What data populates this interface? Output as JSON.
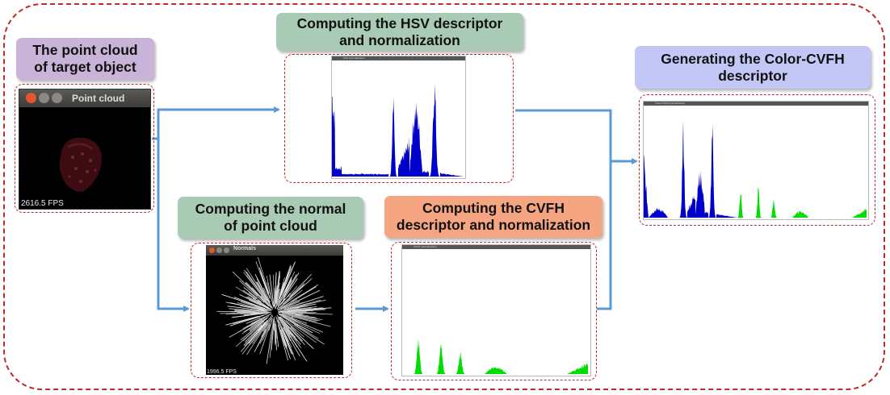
{
  "diagram": {
    "steps": {
      "point_cloud": {
        "title": "The point cloud\nof target object",
        "window_title": "Point cloud",
        "fps": "2616.5 FPS"
      },
      "hsv": {
        "title": "Computing the HSV descriptor\nand normalization",
        "window_title": "HSV (normalization)"
      },
      "normal": {
        "title": "Computing the normal\nof point cloud",
        "window_title": "Normals",
        "fps": "1996.5 FPS"
      },
      "cvfh": {
        "title": "Computing the CVFH\ndescriptor and normalization",
        "window_title": "CVFH (normalization)"
      },
      "color_cvfh": {
        "title": "Generating the Color-CVFH\ndescriptor",
        "window_title": "Color-CVFH (normalization)"
      }
    },
    "colors": {
      "border_dash": "#c0282a",
      "arrow": "#5b9bd5",
      "label_purple": "#c9b3d8",
      "label_green": "#a9cbb5",
      "label_orange": "#f5a582",
      "label_blue": "#c2c7f5",
      "hist_blue": "#0000cc",
      "hist_green": "#00dd00"
    }
  }
}
